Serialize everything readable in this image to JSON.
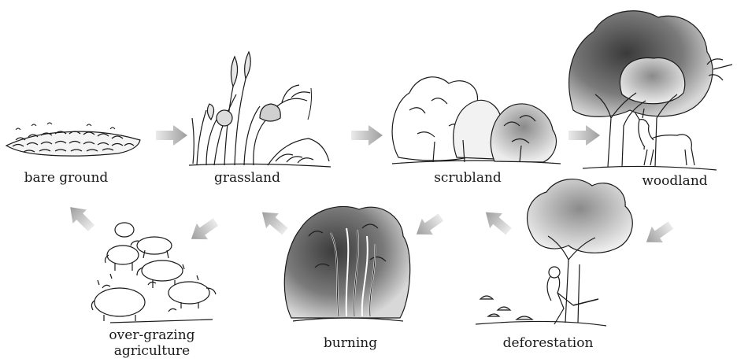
{
  "stages": {
    "bare_ground": "bare ground",
    "grassland": "grassland",
    "scrubland": "scrubland",
    "woodland": "woodland"
  },
  "disturbances": {
    "over_grazing": [
      "over-grazing",
      "agriculture"
    ],
    "burning": "burning",
    "deforestation": "deforestation"
  },
  "colors": {
    "ink": "#1a1a1a",
    "shade": "#6e6e6e",
    "arrow": "#b9b9b9"
  }
}
